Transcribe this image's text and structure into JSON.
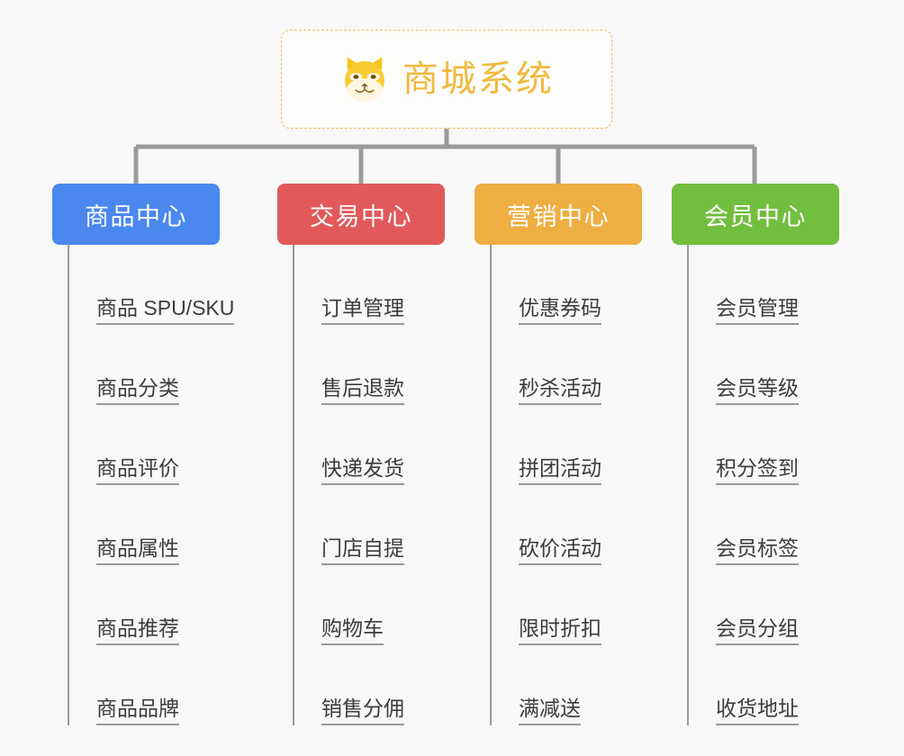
{
  "page": {
    "background_color": "#f8f8f8",
    "title": "商城系统"
  },
  "root": {
    "label": "商城系统",
    "icon": "shiba-dog-face-emoji",
    "text_color": "#f1b93e",
    "border_color": "#edbb63",
    "fill_color": "#fdfdfc"
  },
  "connector": {
    "color": "#9a9a9a"
  },
  "branches": [
    {
      "label": "商品中心",
      "color": "#4a88ee",
      "items": [
        {
          "label": "商品 SPU/SKU"
        },
        {
          "label": "商品分类"
        },
        {
          "label": "商品评价"
        },
        {
          "label": "商品属性"
        },
        {
          "label": "商品推荐"
        },
        {
          "label": "商品品牌"
        }
      ]
    },
    {
      "label": "交易中心",
      "color": "#e15a59",
      "items": [
        {
          "label": "订单管理"
        },
        {
          "label": "售后退款"
        },
        {
          "label": "快递发货"
        },
        {
          "label": "门店自提"
        },
        {
          "label": "购物车"
        },
        {
          "label": "销售分佣"
        }
      ]
    },
    {
      "label": "营销中心",
      "color": "#eeae42",
      "items": [
        {
          "label": "优惠券码"
        },
        {
          "label": "秒杀活动"
        },
        {
          "label": "拼团活动"
        },
        {
          "label": "砍价活动"
        },
        {
          "label": "限时折扣"
        },
        {
          "label": "满减送"
        }
      ]
    },
    {
      "label": "会员中心",
      "color": "#72be3f",
      "items": [
        {
          "label": "会员管理"
        },
        {
          "label": "会员等级"
        },
        {
          "label": "积分签到"
        },
        {
          "label": "会员标签"
        },
        {
          "label": "会员分组"
        },
        {
          "label": "收货地址"
        }
      ]
    }
  ]
}
